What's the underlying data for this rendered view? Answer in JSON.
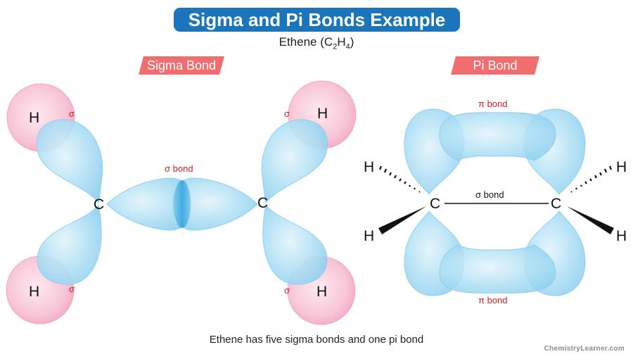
{
  "header": {
    "title": "Sigma and Pi Bonds Example",
    "molecule": "Ethene",
    "formula": {
      "open": "(C",
      "sub1": "2",
      "mid": "H",
      "sub2": "4",
      "close": ")"
    }
  },
  "sigma_panel": {
    "tag": "Sigma Bond",
    "atoms": {
      "h": "H",
      "c": "C"
    },
    "sigma_symbol": "σ",
    "cc_bond_label": "σ bond"
  },
  "pi_panel": {
    "tag": "Pi Bond",
    "atoms": {
      "h": "H",
      "c": "C"
    },
    "pi_bond_top": "π bond",
    "pi_bond_bottom": "π bond",
    "sigma_bond_label": "σ bond"
  },
  "caption": "Ethene has five sigma bonds and one pi bond",
  "credit": "ChemistryLearner.com",
  "colors": {
    "title_bg": "#1b75bb",
    "tag_bg": "#f26d6d",
    "orbital_blue": "#a9dcf3",
    "hydrogen_pink": "#f7c3d6",
    "label_red": "#d62020"
  }
}
